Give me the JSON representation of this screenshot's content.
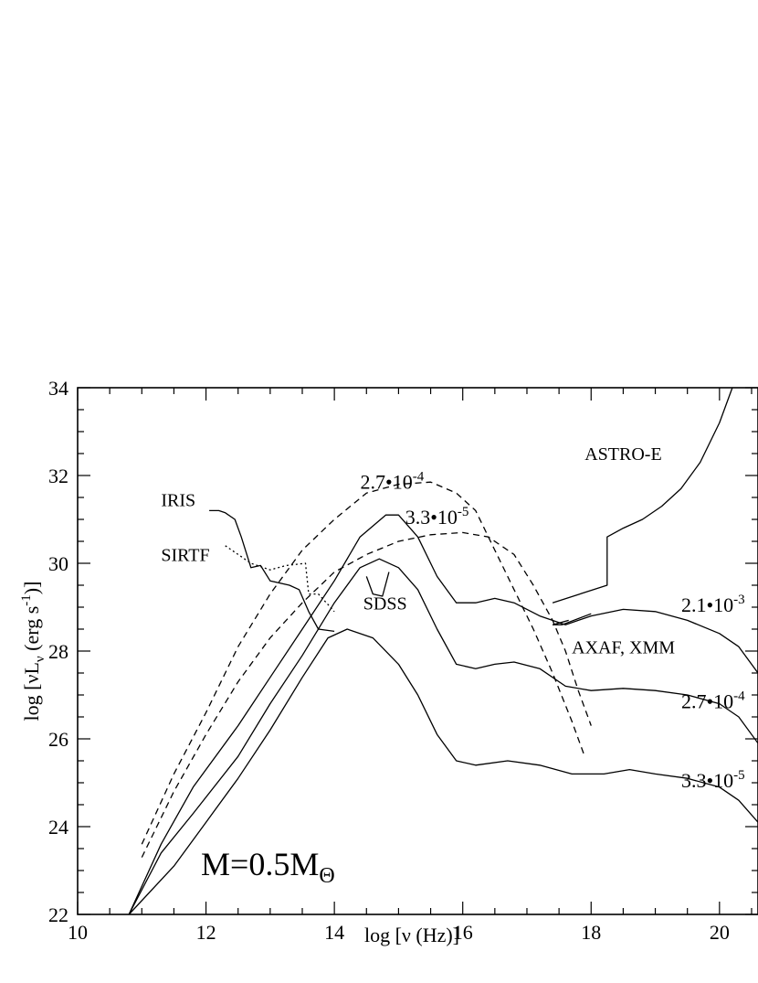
{
  "chart_data": {
    "type": "line",
    "xlabel": "log [ν (Hz)]",
    "ylabel": "log [νL",
    "ylabel_sub": "ν",
    "ylabel_tail": " (erg s",
    "ylabel_sup": "-1",
    "ylabel_end": ")]",
    "xlim": [
      10,
      20.6
    ],
    "ylim": [
      22,
      34
    ],
    "xticks": [
      "10",
      "12",
      "14",
      "16",
      "18",
      "20"
    ],
    "yticks": [
      "22",
      "24",
      "26",
      "28",
      "30",
      "32",
      "34"
    ],
    "mass_label": {
      "main": "M=0.5M",
      "sub": "Θ"
    },
    "series": [
      {
        "style": "solid",
        "label": "2.1•10",
        "exp": "-3",
        "label_x": 19.9,
        "label_y": 28.9,
        "points": [
          [
            10.8,
            22
          ],
          [
            11.3,
            23.6
          ],
          [
            11.8,
            24.9
          ],
          [
            12.5,
            26.3
          ],
          [
            13,
            27.4
          ],
          [
            13.5,
            28.5
          ],
          [
            14,
            29.6
          ],
          [
            14.4,
            30.6
          ],
          [
            14.8,
            31.1
          ],
          [
            15,
            31.1
          ],
          [
            15.3,
            30.6
          ],
          [
            15.6,
            29.7
          ],
          [
            15.9,
            29.1
          ],
          [
            16.2,
            29.1
          ],
          [
            16.5,
            29.2
          ],
          [
            16.8,
            29.1
          ],
          [
            17.2,
            28.8
          ],
          [
            17.6,
            28.6
          ],
          [
            18,
            28.8
          ],
          [
            18.5,
            28.95
          ],
          [
            19,
            28.9
          ],
          [
            19.5,
            28.7
          ],
          [
            20,
            28.4
          ],
          [
            20.3,
            28.1
          ],
          [
            20.6,
            27.5
          ]
        ]
      },
      {
        "style": "solid",
        "label": "2.7•10",
        "exp": "-4",
        "label_x": 19.9,
        "label_y": 26.7,
        "points": [
          [
            10.8,
            22
          ],
          [
            11.3,
            23.4
          ],
          [
            11.8,
            24.3
          ],
          [
            12.5,
            25.6
          ],
          [
            13,
            26.8
          ],
          [
            13.5,
            27.9
          ],
          [
            14,
            29.1
          ],
          [
            14.4,
            29.9
          ],
          [
            14.7,
            30.1
          ],
          [
            15,
            29.9
          ],
          [
            15.3,
            29.4
          ],
          [
            15.6,
            28.5
          ],
          [
            15.9,
            27.7
          ],
          [
            16.2,
            27.6
          ],
          [
            16.5,
            27.7
          ],
          [
            16.8,
            27.75
          ],
          [
            17.2,
            27.6
          ],
          [
            17.6,
            27.2
          ],
          [
            18,
            27.1
          ],
          [
            18.5,
            27.15
          ],
          [
            19,
            27.1
          ],
          [
            19.5,
            27
          ],
          [
            20,
            26.8
          ],
          [
            20.3,
            26.5
          ],
          [
            20.6,
            25.9
          ]
        ]
      },
      {
        "style": "solid",
        "label": "3.3•10",
        "exp": "-5",
        "label_x": 19.9,
        "label_y": 24.9,
        "points": [
          [
            10.8,
            22
          ],
          [
            11.5,
            23.1
          ],
          [
            12,
            24.1
          ],
          [
            12.5,
            25.1
          ],
          [
            13,
            26.2
          ],
          [
            13.5,
            27.4
          ],
          [
            13.9,
            28.3
          ],
          [
            14.2,
            28.5
          ],
          [
            14.6,
            28.3
          ],
          [
            15,
            27.7
          ],
          [
            15.3,
            27
          ],
          [
            15.6,
            26.1
          ],
          [
            15.9,
            25.5
          ],
          [
            16.2,
            25.4
          ],
          [
            16.7,
            25.5
          ],
          [
            17.2,
            25.4
          ],
          [
            17.7,
            25.2
          ],
          [
            18.2,
            25.2
          ],
          [
            18.6,
            25.3
          ],
          [
            19,
            25.2
          ],
          [
            19.5,
            25.1
          ],
          [
            20,
            24.9
          ],
          [
            20.3,
            24.6
          ],
          [
            20.6,
            24.1
          ]
        ]
      },
      {
        "style": "dashed",
        "label": "2.7•10",
        "exp": "-4",
        "label_x": 14.9,
        "label_y": 31.7,
        "points": [
          [
            11,
            23.6
          ],
          [
            11.5,
            25.2
          ],
          [
            12,
            26.6
          ],
          [
            12.5,
            28.1
          ],
          [
            13,
            29.3
          ],
          [
            13.5,
            30.3
          ],
          [
            14,
            31
          ],
          [
            14.5,
            31.6
          ],
          [
            15,
            31.8
          ],
          [
            15.5,
            31.85
          ],
          [
            15.9,
            31.6
          ],
          [
            16.2,
            31.2
          ],
          [
            16.5,
            30.3
          ],
          [
            16.8,
            29.4
          ],
          [
            17.1,
            28.5
          ],
          [
            17.4,
            27.5
          ],
          [
            17.7,
            26.4
          ],
          [
            17.9,
            25.6
          ]
        ]
      },
      {
        "style": "dashed",
        "label": "3.3•10",
        "exp": "-5",
        "label_x": 15.6,
        "label_y": 30.9,
        "points": [
          [
            11,
            23.3
          ],
          [
            11.5,
            24.8
          ],
          [
            12,
            26.1
          ],
          [
            12.5,
            27.3
          ],
          [
            13,
            28.3
          ],
          [
            13.5,
            29.1
          ],
          [
            14,
            29.8
          ],
          [
            14.5,
            30.2
          ],
          [
            15,
            30.5
          ],
          [
            15.5,
            30.65
          ],
          [
            16,
            30.7
          ],
          [
            16.4,
            30.6
          ],
          [
            16.8,
            30.2
          ],
          [
            17.1,
            29.5
          ],
          [
            17.4,
            28.7
          ],
          [
            17.6,
            28
          ],
          [
            17.8,
            27.1
          ],
          [
            18,
            26.3
          ]
        ]
      }
    ],
    "instruments": [
      {
        "name": "IRIS",
        "style": "solid",
        "label_x": 11.3,
        "label_y": 31.3,
        "points": [
          [
            12.05,
            31.2
          ],
          [
            12.2,
            31.2
          ],
          [
            12.3,
            31.15
          ],
          [
            12.45,
            31
          ],
          [
            12.55,
            30.6
          ],
          [
            12.7,
            29.9
          ],
          [
            12.85,
            29.95
          ],
          [
            13,
            29.6
          ],
          [
            13.3,
            29.5
          ],
          [
            13.45,
            29.4
          ],
          [
            13.6,
            28.9
          ],
          [
            13.75,
            28.5
          ],
          [
            14,
            28.45
          ]
        ]
      },
      {
        "name": "SIRTF",
        "style": "dotted",
        "label_x": 11.3,
        "label_y": 30.05,
        "points": [
          [
            12.3,
            30.4
          ],
          [
            12.7,
            30
          ],
          [
            13,
            29.85
          ],
          [
            13.25,
            29.95
          ],
          [
            13.55,
            30
          ],
          [
            13.6,
            29.3
          ],
          [
            13.75,
            29.3
          ],
          [
            14,
            28.9
          ]
        ]
      },
      {
        "name": "SDSS",
        "style": "solid",
        "label_x": 14.45,
        "label_y": 28.95,
        "points": [
          [
            14.5,
            29.7
          ],
          [
            14.6,
            29.3
          ],
          [
            14.75,
            29.25
          ],
          [
            14.85,
            29.8
          ]
        ]
      },
      {
        "name": "ASTRO-E",
        "style": "solid",
        "label_x": 17.9,
        "label_y": 32.35,
        "points": [
          [
            17.4,
            29.1
          ],
          [
            18.25,
            29.5
          ],
          [
            18.25,
            30.6
          ],
          [
            18.5,
            30.8
          ],
          [
            18.8,
            31
          ],
          [
            19.1,
            31.3
          ],
          [
            19.4,
            31.7
          ],
          [
            19.7,
            32.3
          ],
          [
            20,
            33.2
          ],
          [
            20.2,
            34
          ]
        ]
      },
      {
        "name": "AXAF, XMM",
        "style": "solid",
        "label_x": 17.7,
        "label_y": 27.95,
        "points": [
          [
            17.4,
            28.6
          ],
          [
            17.55,
            28.6
          ],
          [
            18,
            28.85
          ]
        ],
        "points2": [
          [
            17.4,
            28.6
          ],
          [
            17.65,
            28.7
          ]
        ]
      }
    ]
  }
}
